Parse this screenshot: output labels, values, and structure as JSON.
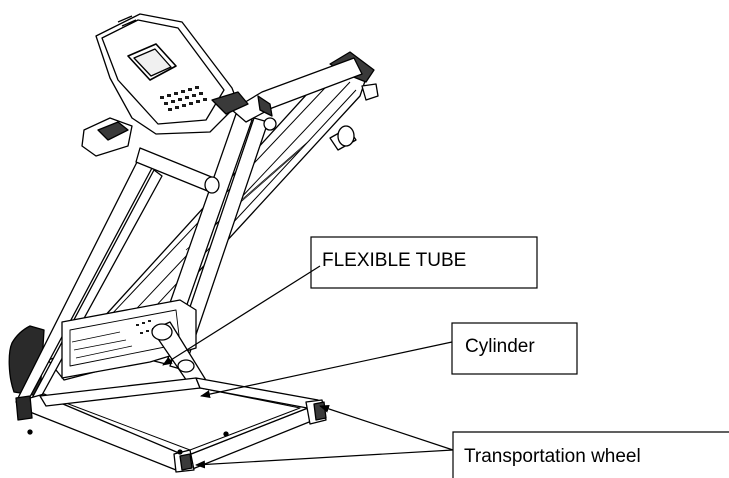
{
  "diagram": {
    "callouts": [
      {
        "id": "flexible-tube",
        "label": "FLEXIBLE TUBE"
      },
      {
        "id": "cylinder",
        "label": "Cylinder"
      },
      {
        "id": "transportation-wheel",
        "label": "Transportation wheel"
      }
    ]
  },
  "colors": {
    "line": "#000000",
    "fill": "#ffffff",
    "dark": "#1a1a1a",
    "shade": "#3a3a3a"
  }
}
